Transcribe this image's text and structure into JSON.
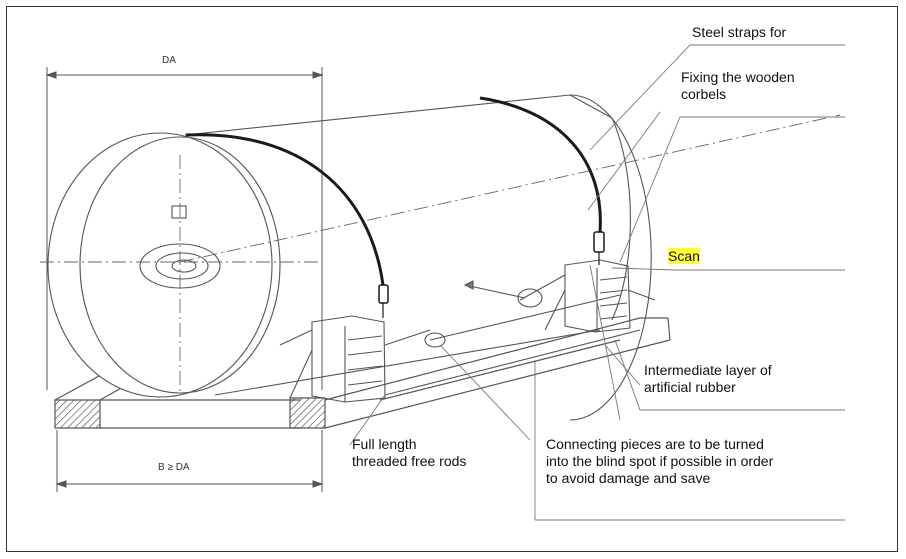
{
  "labels": {
    "steel_straps": "Steel straps for",
    "fixing_corbels": "Fixing the wooden\ncorbels",
    "scan": "Scan",
    "intermediate_layer": "Intermediate layer of\nartificial rubber",
    "threaded_rods": "Full length\nthreaded free rods",
    "connecting_pieces": "Connecting pieces are to be turned\ninto the blind spot if possible in order\nto avoid damage and save"
  },
  "dimensions": {
    "diameter": "DA",
    "base_width": "B ≥ DA"
  },
  "colors": {
    "line": "#555555",
    "strap": "#1a1a1a",
    "highlight": "#ffff33"
  }
}
